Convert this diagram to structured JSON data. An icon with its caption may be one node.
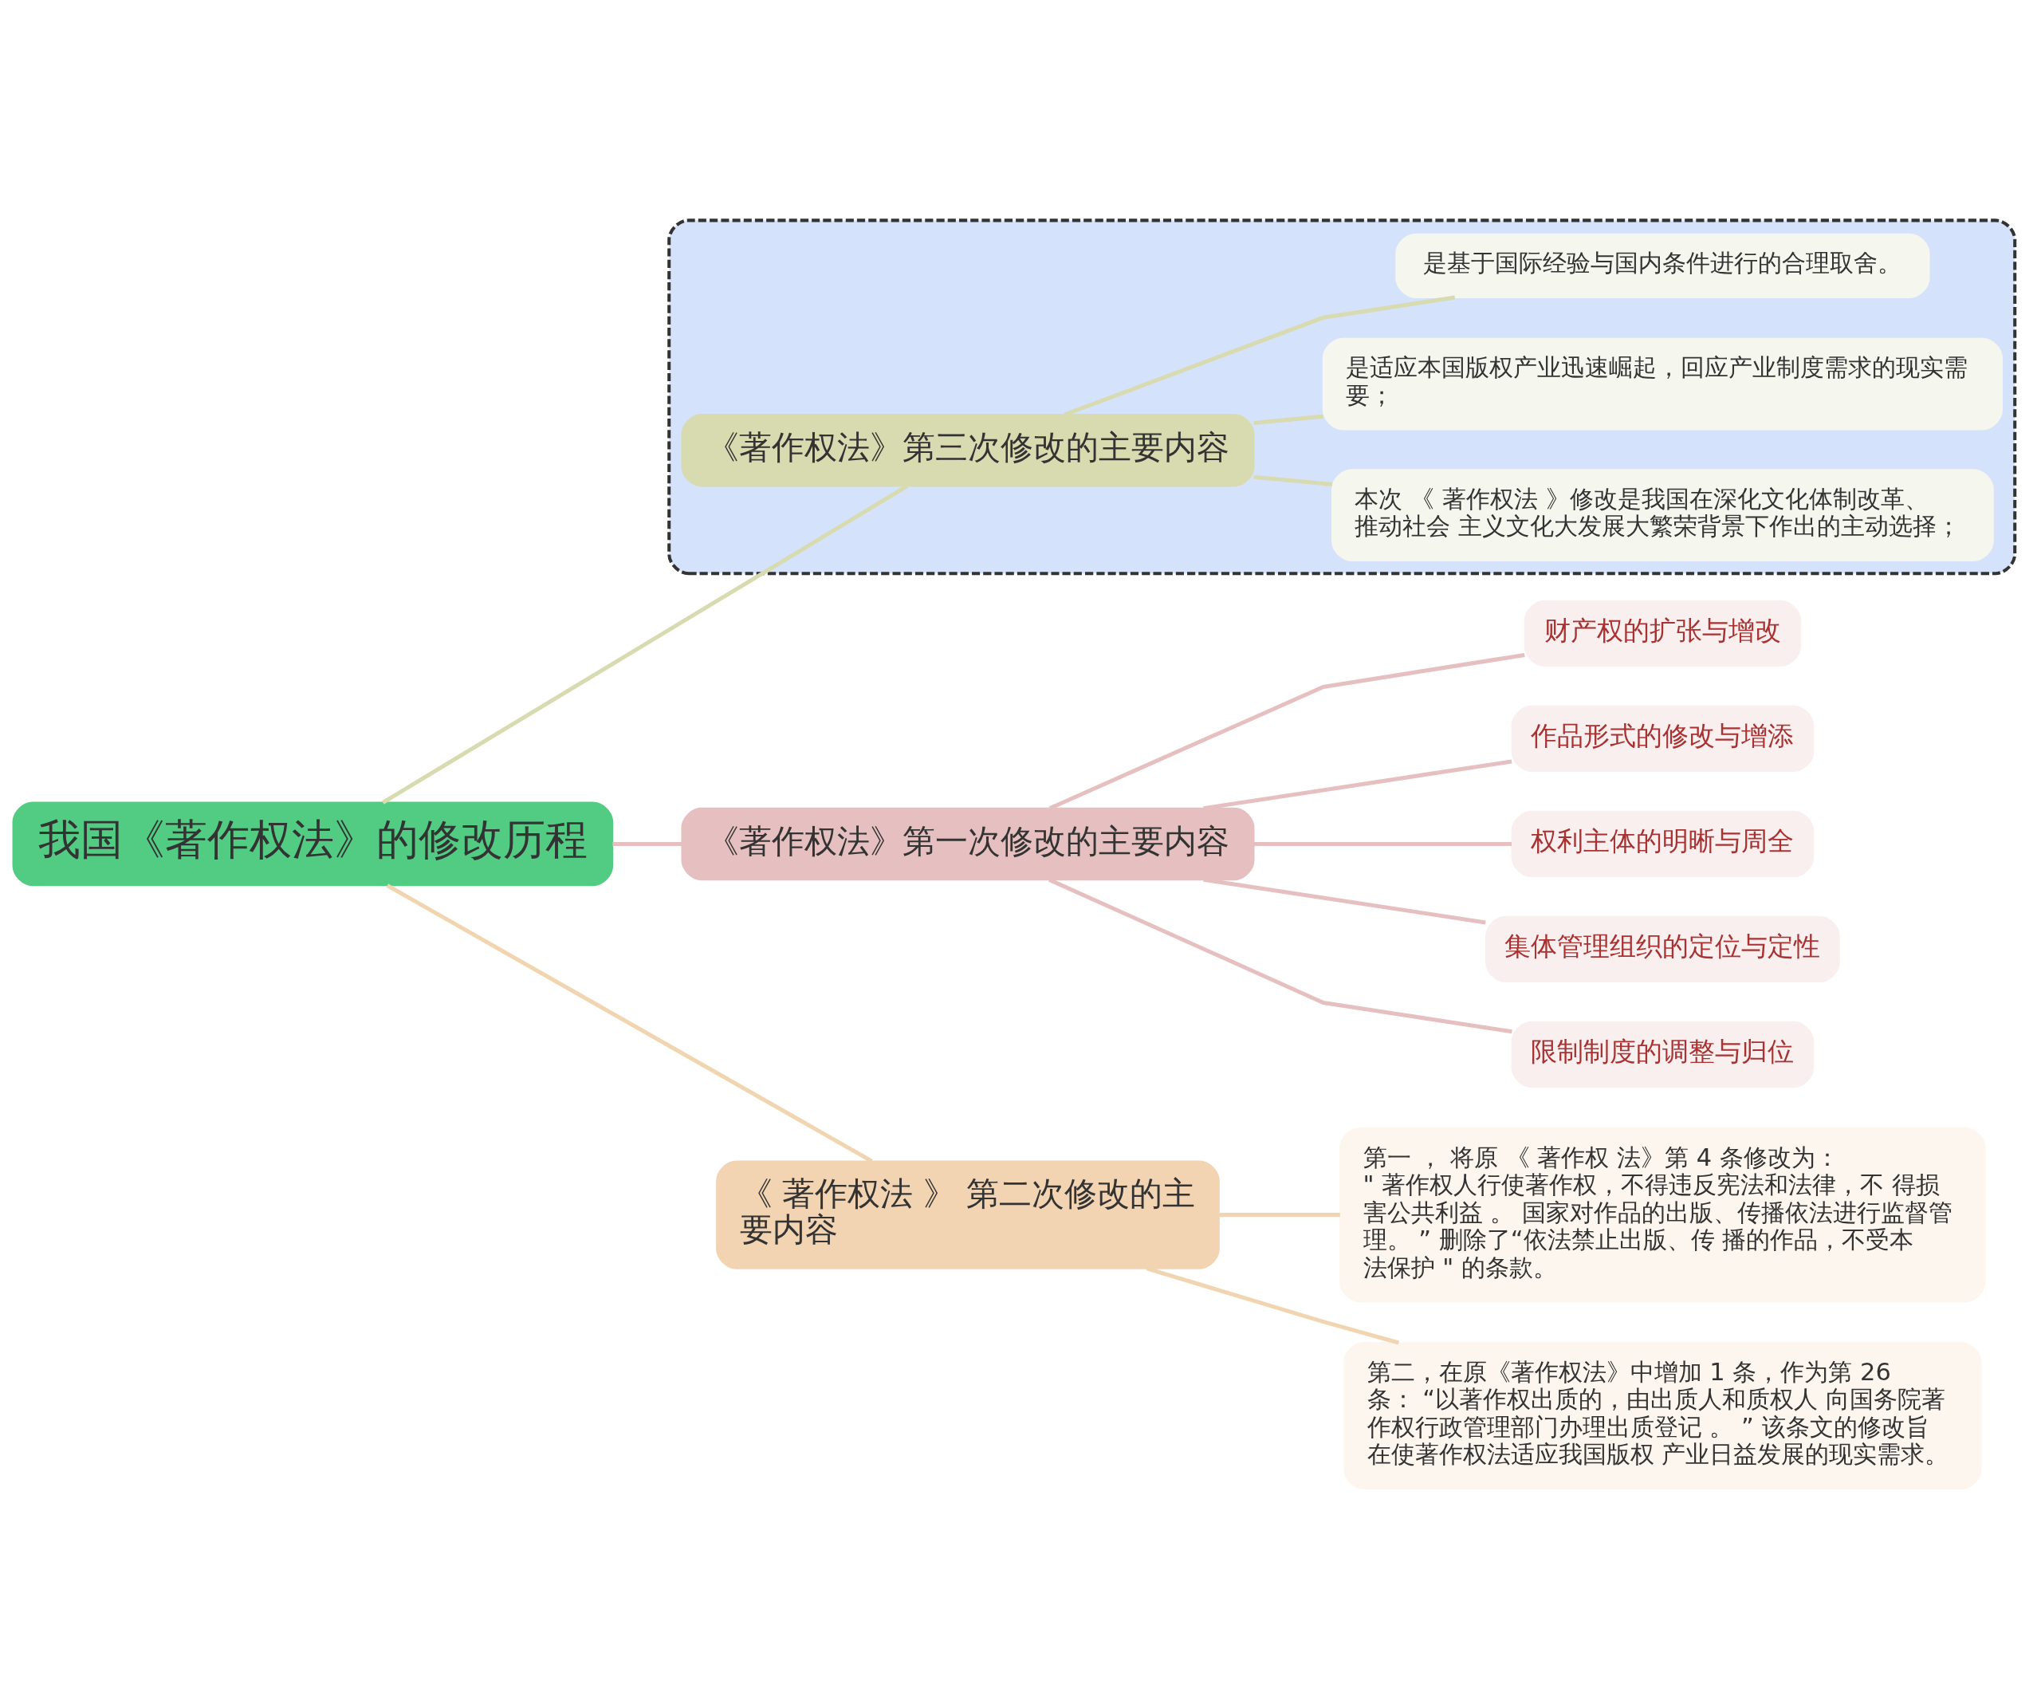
{
  "diagram": {
    "nodes": [
      {
        "text": [
          "我国《著作权法》的修改历程"
        ]
      },
      {
        "text": [
          "《著作权法》第一次修改的主要内容"
        ]
      },
      {
        "text": [
          "财产权的扩张与增改"
        ]
      },
      {
        "text": [
          "作品形式的修改与增添"
        ]
      },
      {
        "text": [
          "权利主体的明晰与周全"
        ]
      },
      {
        "text": [
          "集体管理组织的定位与定性"
        ]
      },
      {
        "text": [
          "限制制度的调整与归位"
        ]
      },
      {
        "text": [
          "《 著作权法 》 第二次修改的主要内容"
        ]
      },
      {
        "text": [
          "第一 ， 将原 《 著作权 法》第 4 条修改为： \" 著作权人行使著作权，不得违反宪法和法律，不 得损害公共利益 。 国家对作品的出版、传播依法进行监督管理。 ” 删除了“依法禁止出版、传 播的作品，不受本法保护 \" 的条款。"
        ]
      },
      {
        "text": [
          "第二，在原《著作权法》中增加 1 条，作为第 26 条： “以著作权出质的，由出质人和质权人 向国务院著作权行政管理部门办理出质登记 。 ” 该条文的修改旨在使著作权法适应我国版权 产业日益发展的现实需求。"
        ]
      },
      {
        "text": [],
        "shape": "box"
      },
      {
        "text": [
          "《著作权法》第三次修改的主要内容"
        ],
        "in": 10
      },
      {
        "text": [
          "本次 《 著作权法 》修改是我国在深化文化体制改革、推动社会 主义文化大发展大繁荣背景下作出的主动选择；"
        ],
        "in": 10
      },
      {
        "text": [
          "是适应本国版权产业迅速崛起，回应产业制度需求的现实需要；"
        ],
        "in": 10
      },
      {
        "text": [
          "是基于国际经验与国内条件进行的合理取舍。"
        ],
        "in": 10
      }
    ],
    "edges": [
      {
        "from": 0,
        "to": 1,
        "arrow": "none",
        "color": "#e6c0c0"
      },
      {
        "from": 1,
        "to": 2,
        "arrow": "none",
        "color": "#e6c0c0"
      },
      {
        "from": 1,
        "to": 3,
        "arrow": "none",
        "color": "#e6c0c0"
      },
      {
        "from": 1,
        "to": 4,
        "arrow": "none",
        "color": "#e6c0c0"
      },
      {
        "from": 1,
        "to": 5,
        "arrow": "none",
        "color": "#e6c0c0"
      },
      {
        "from": 1,
        "to": 6,
        "arrow": "none",
        "color": "#e6c0c0"
      },
      {
        "from": 0,
        "to": 7,
        "arrow": "none",
        "color": "#f0d5b0"
      },
      {
        "from": 7,
        "to": 8,
        "arrow": "none",
        "color": "#f0d5b0"
      },
      {
        "from": 7,
        "to": 9,
        "arrow": "none",
        "color": "#f0d5b0"
      },
      {
        "from": 0,
        "to": 11,
        "arrow": "none",
        "color": "#d8dbb0"
      },
      {
        "from": 11,
        "to": 12,
        "arrow": "none",
        "color": "#d8dbb0"
      },
      {
        "from": 11,
        "to": 13,
        "arrow": "none",
        "color": "#d8dbb0"
      },
      {
        "from": 11,
        "to": 14,
        "arrow": "none",
        "color": "#d8dbb0"
      }
    ]
  }
}
